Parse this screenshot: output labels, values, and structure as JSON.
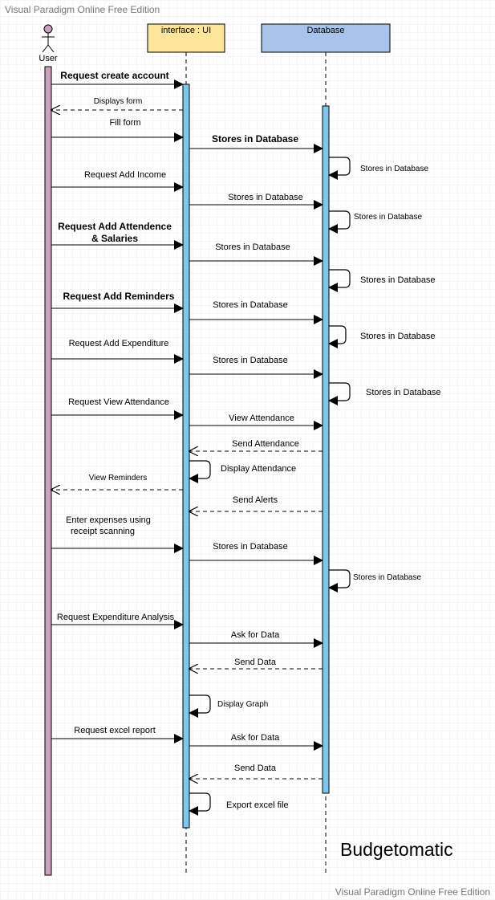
{
  "watermark_top": "Visual Paradigm Online Free Edition",
  "watermark_bottom": "Visual Paradigm Online Free Edition",
  "diagram_title": "Budgetomatic",
  "actor": {
    "label": "User"
  },
  "lifelines": {
    "ui": {
      "label": "interface : UI",
      "color": "#ffe599"
    },
    "db": {
      "label": "Database",
      "color": "#a9c4eb"
    }
  },
  "colors": {
    "user_activation": "#cda2be",
    "activation": "#7ec8ed",
    "grid": "#ececec",
    "line": "#000000"
  },
  "messages": [
    {
      "id": "m1",
      "label": "Request create account",
      "kind": "sync",
      "from": "user",
      "to": "ui"
    },
    {
      "id": "m2",
      "label": "Displays form",
      "kind": "return",
      "from": "ui",
      "to": "user"
    },
    {
      "id": "m3",
      "label": "Fill form",
      "kind": "sync",
      "from": "user",
      "to": "ui"
    },
    {
      "id": "m4",
      "label": "Stores in Database",
      "kind": "sync",
      "from": "ui",
      "to": "db"
    },
    {
      "id": "m5",
      "label": "Stores in Database",
      "kind": "self",
      "on": "db"
    },
    {
      "id": "m6",
      "label": "Request Add Income",
      "kind": "sync",
      "from": "user",
      "to": "ui"
    },
    {
      "id": "m7",
      "label": "Stores in Database",
      "kind": "sync",
      "from": "ui",
      "to": "db"
    },
    {
      "id": "m8",
      "label": "Stores in Database",
      "kind": "self",
      "on": "db"
    },
    {
      "id": "m9a",
      "label": "Request Add Attendence",
      "kind": "sync-label",
      "from": "user",
      "to": "ui"
    },
    {
      "id": "m9b",
      "label": "& Salaries",
      "kind": "sync",
      "from": "user",
      "to": "ui"
    },
    {
      "id": "m10",
      "label": "Stores in Database",
      "kind": "sync",
      "from": "ui",
      "to": "db"
    },
    {
      "id": "m11",
      "label": "Stores in Database",
      "kind": "self",
      "on": "db"
    },
    {
      "id": "m12",
      "label": "Request Add Reminders",
      "kind": "sync",
      "from": "user",
      "to": "ui"
    },
    {
      "id": "m13",
      "label": "Stores in Database",
      "kind": "sync",
      "from": "ui",
      "to": "db"
    },
    {
      "id": "m14",
      "label": "Stores in Database",
      "kind": "self",
      "on": "db"
    },
    {
      "id": "m15",
      "label": "Request Add Expenditure",
      "kind": "sync",
      "from": "user",
      "to": "ui"
    },
    {
      "id": "m16",
      "label": "Stores in Database",
      "kind": "sync",
      "from": "ui",
      "to": "db"
    },
    {
      "id": "m17",
      "label": "Stores in Database",
      "kind": "self",
      "on": "db"
    },
    {
      "id": "m18",
      "label": "Request View Attendance",
      "kind": "sync",
      "from": "user",
      "to": "ui"
    },
    {
      "id": "m19",
      "label": "View Attendance",
      "kind": "sync",
      "from": "ui",
      "to": "db"
    },
    {
      "id": "m20",
      "label": "Send Attendance",
      "kind": "return",
      "from": "db",
      "to": "ui"
    },
    {
      "id": "m21",
      "label": "Display Attendance",
      "kind": "self",
      "on": "ui"
    },
    {
      "id": "m22",
      "label": "View Reminders",
      "kind": "return",
      "from": "ui",
      "to": "user"
    },
    {
      "id": "m23",
      "label": "Send Alerts",
      "kind": "return",
      "from": "db",
      "to": "ui"
    },
    {
      "id": "m24a",
      "label": "Enter expenses using",
      "kind": "sync-label",
      "from": "user",
      "to": "ui"
    },
    {
      "id": "m24b",
      "label": "receipt scanning",
      "kind": "sync",
      "from": "user",
      "to": "ui"
    },
    {
      "id": "m25",
      "label": "Stores in Database",
      "kind": "sync",
      "from": "ui",
      "to": "db"
    },
    {
      "id": "m26",
      "label": "Stores in Database",
      "kind": "self",
      "on": "db"
    },
    {
      "id": "m27",
      "label": "Request Expenditure Analysis",
      "kind": "sync",
      "from": "user",
      "to": "ui"
    },
    {
      "id": "m28",
      "label": "Ask for Data",
      "kind": "sync",
      "from": "ui",
      "to": "db"
    },
    {
      "id": "m29",
      "label": "Send Data",
      "kind": "return",
      "from": "db",
      "to": "ui"
    },
    {
      "id": "m30",
      "label": "Display Graph",
      "kind": "self",
      "on": "ui"
    },
    {
      "id": "m31",
      "label": "Request excel report",
      "kind": "sync",
      "from": "user",
      "to": "ui"
    },
    {
      "id": "m32",
      "label": "Ask for Data",
      "kind": "sync",
      "from": "ui",
      "to": "db"
    },
    {
      "id": "m33",
      "label": "Send Data",
      "kind": "return",
      "from": "db",
      "to": "ui"
    },
    {
      "id": "m34",
      "label": "Export excel file",
      "kind": "self",
      "on": "ui"
    }
  ]
}
